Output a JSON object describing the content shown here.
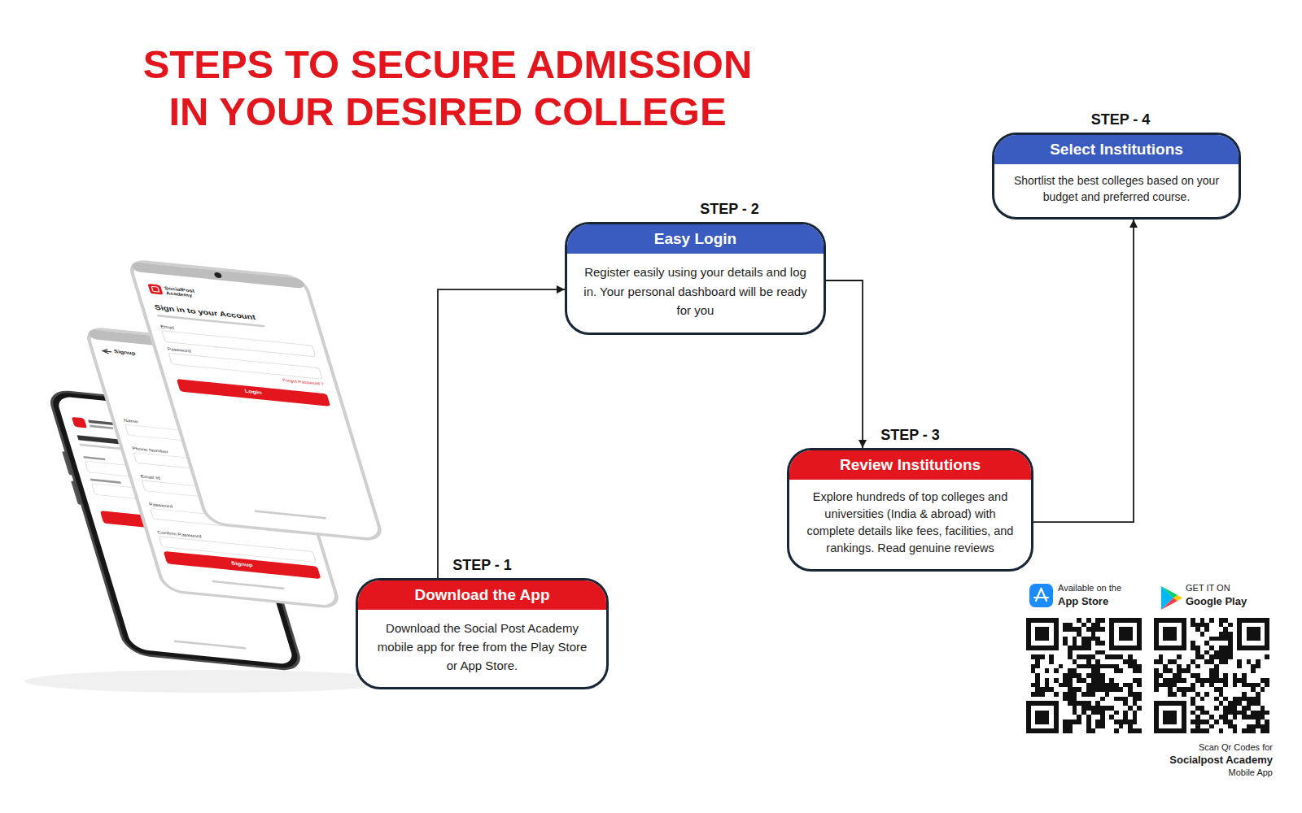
{
  "diagram": {
    "title": "STEPS TO SECURE ADMISSION IN YOUR DESIRED COLLEGE",
    "nodes": [
      {
        "text": [
          "STEP - 1",
          "Download the App",
          "Download the Social Post Academy mobile app for free from the Play Store or App Store."
        ]
      },
      {
        "text": [
          "STEP - 2",
          "Easy Login",
          "Register easily using your details and log in. Your personal dashboard will be ready for you"
        ]
      },
      {
        "text": [
          "STEP - 3",
          "Review Institutions",
          "Explore hundreds of top colleges and universities (India & abroad) with complete details like fees, facilities, and rankings. Read genuine reviews"
        ]
      },
      {
        "text": [
          "STEP - 4",
          "Select Institutions",
          "Shortlist the best colleges based on your budget and preferred course."
        ]
      }
    ],
    "edges": [
      {
        "from": 0,
        "to": 1,
        "arrow": "to"
      },
      {
        "from": 1,
        "to": 2,
        "arrow": "to"
      },
      {
        "from": 2,
        "to": 3,
        "arrow": "to"
      }
    ],
    "labels": [
      "SocialPost Academy",
      "Sign in to your Account",
      "Email",
      "Password",
      "Forgot Password ?",
      "Login",
      "Signup",
      "Name",
      "Phone Number",
      "Email Id",
      "Password",
      "Confirm Password",
      "Signup",
      "Available on the",
      "App Store",
      "GET IT ON",
      "Google Play",
      "Scan Qr Codes for",
      "Socialpost Academy",
      "Mobile App"
    ]
  }
}
